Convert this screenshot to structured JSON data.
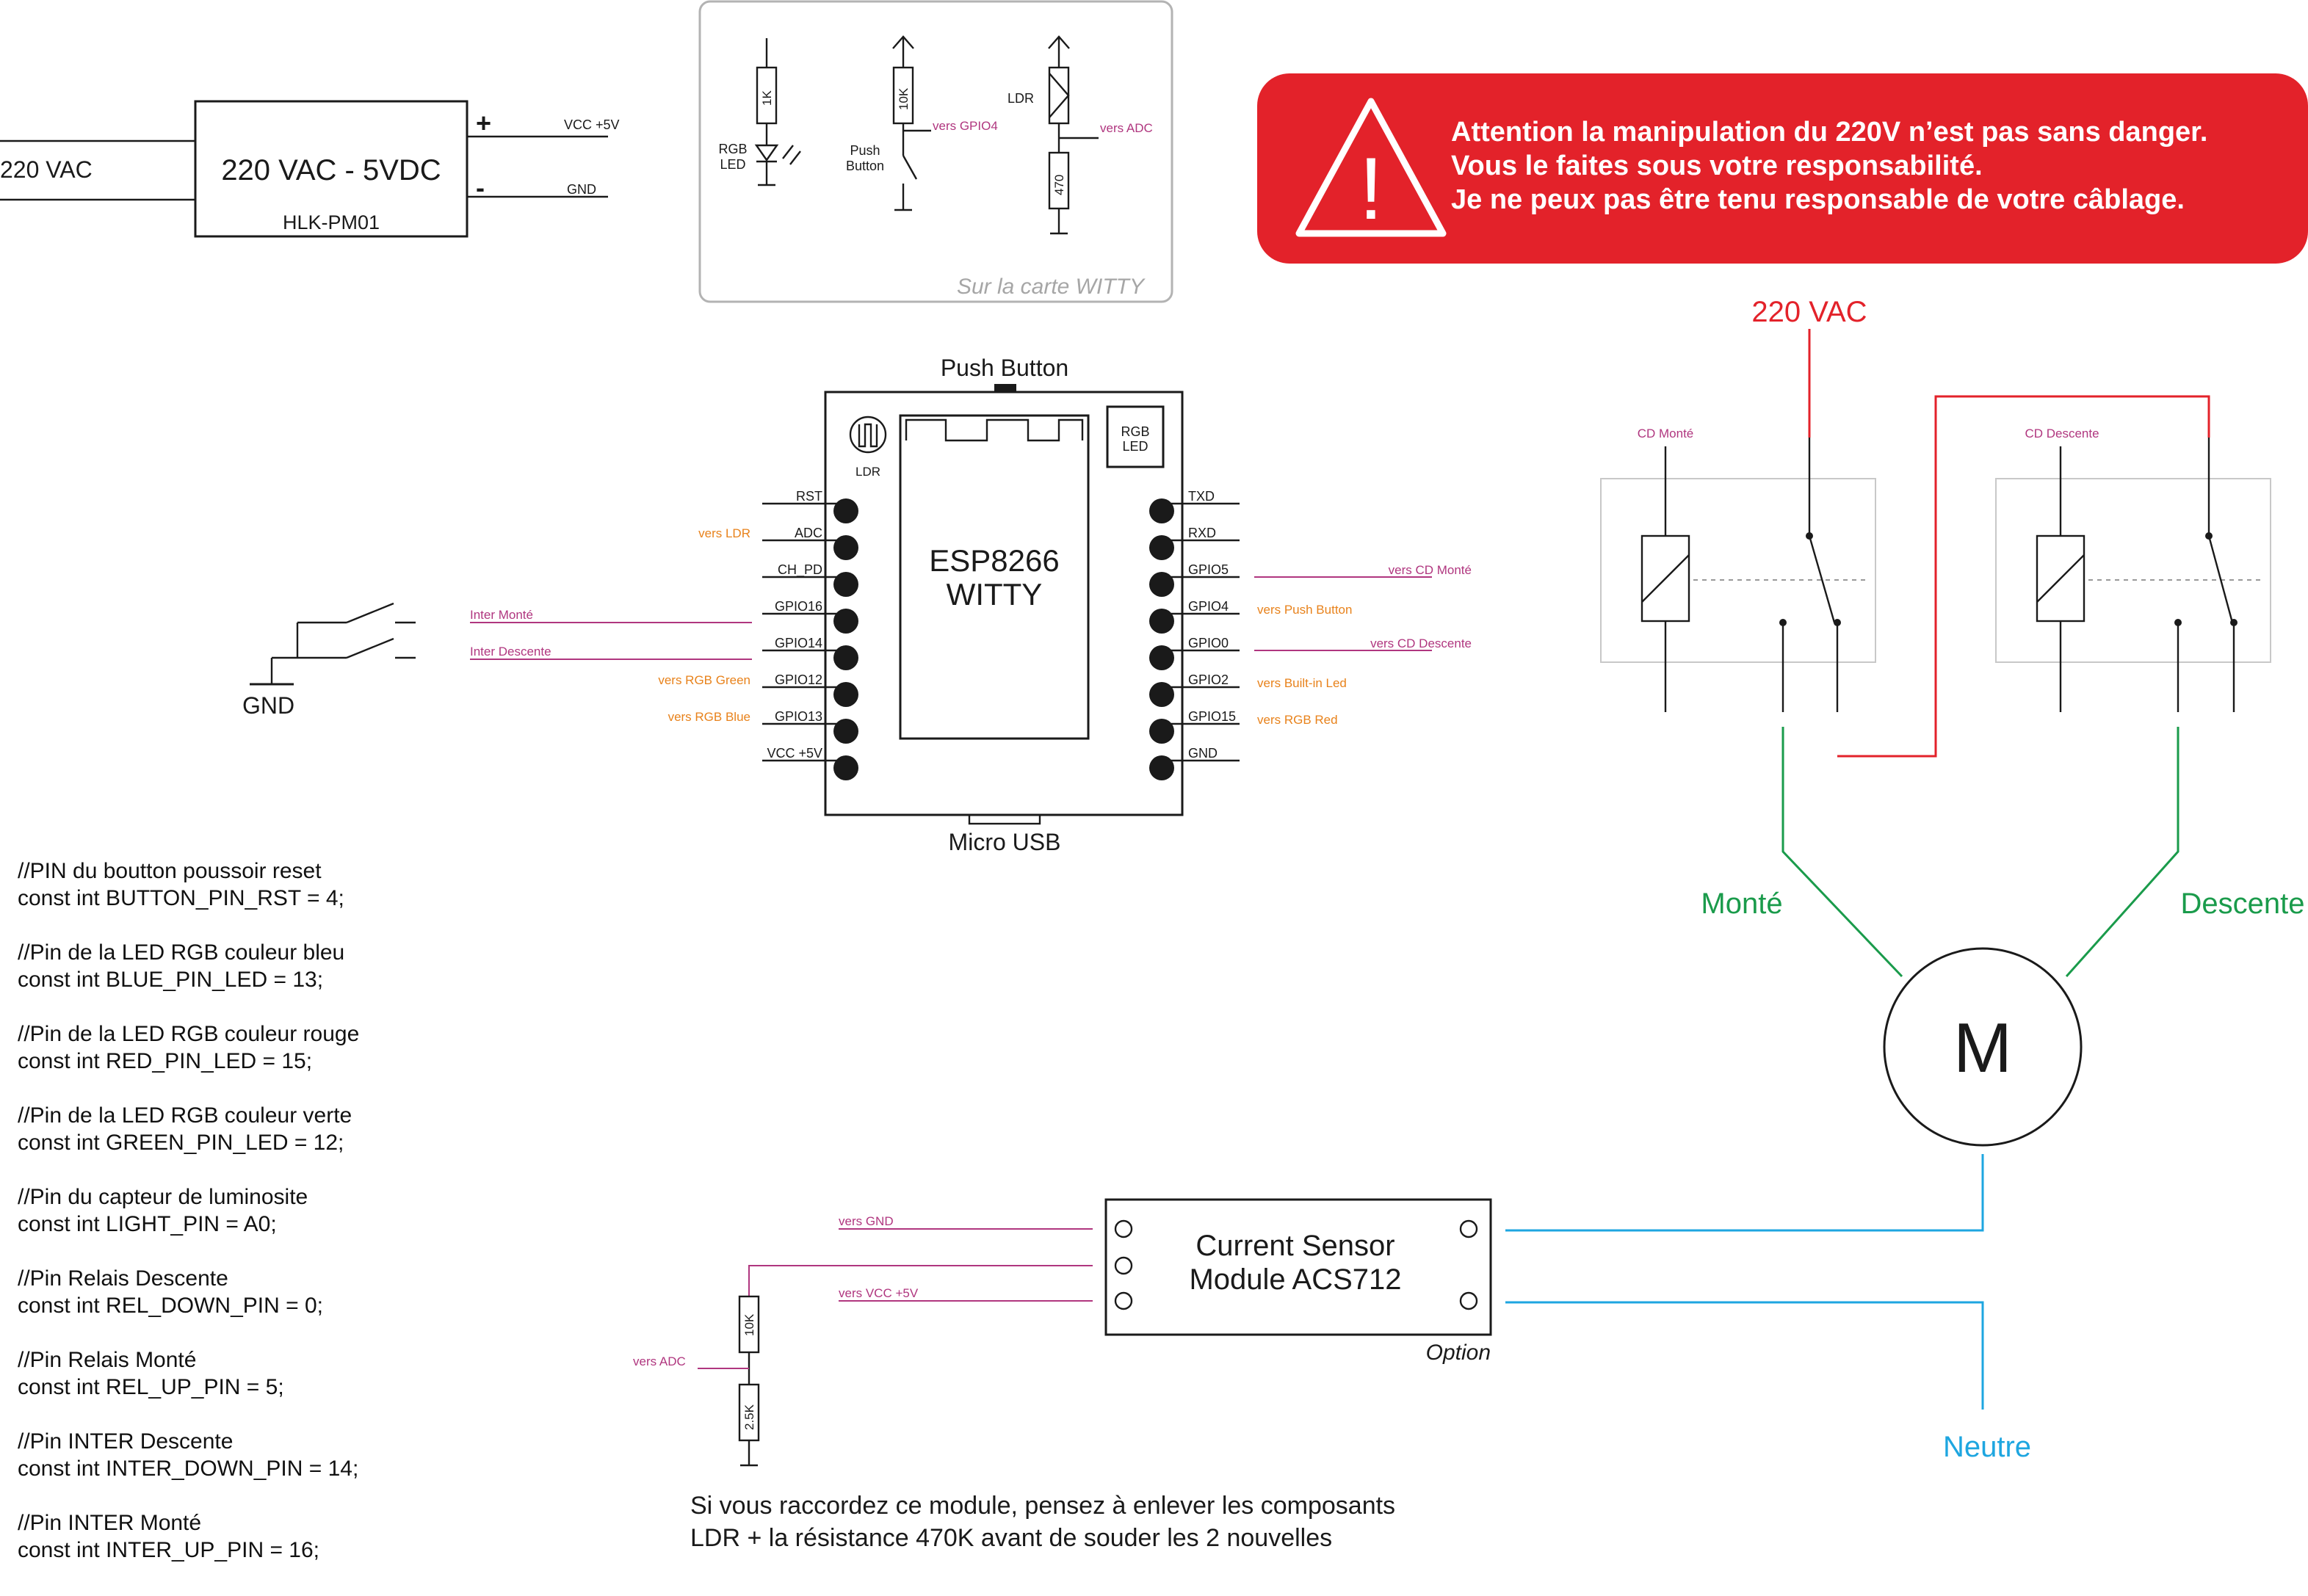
{
  "power_supply": {
    "input_label": "220 VAC",
    "box_label": "220 VAC - 5VDC",
    "model_label": "HLK-PM01",
    "plus": "+",
    "minus": "-",
    "vcc_label": "VCC +5V",
    "gnd_label": "GND"
  },
  "witty_inset": {
    "caption": "Sur la carte WITTY",
    "r1k": "1K",
    "rgb_led_l1": "RGB",
    "rgb_led_l2": "LED",
    "r10k": "10K",
    "vers_gpio4": "vers GPIO4",
    "push_l1": "Push",
    "push_l2": "Button",
    "ldr": "LDR",
    "vers_adc": "vers ADC",
    "r470": "470"
  },
  "warning": {
    "mark": "!",
    "line1": "Attention la manipulation du 220V n’est pas sans danger.",
    "line2": "Vous le faites sous votre responsabilité.",
    "line3": "Je ne peux pas être tenu responsable de votre câblage.",
    "color": "#e3222a"
  },
  "board": {
    "title1": "ESP8266",
    "title2": "WITTY",
    "push_button": "Push Button",
    "micro_usb": "Micro USB",
    "ldr": "LDR",
    "rgb1": "RGB",
    "rgb2": "LED",
    "left_pins": [
      "RST",
      "ADC",
      "CH_PD",
      "GPIO16",
      "GPIO14",
      "GPIO12",
      "GPIO13",
      "VCC +5V"
    ],
    "right_pins": [
      "TXD",
      "RXD",
      "GPIO5",
      "GPIO4",
      "GPIO0",
      "GPIO2",
      "GPIO15",
      "GND"
    ],
    "left_notes": [
      "",
      "vers LDR",
      "",
      "",
      "",
      "vers RGB Green",
      "vers RGB Blue",
      ""
    ],
    "right_notes": [
      "",
      "",
      "vers CD Monté",
      "vers Push Button",
      "vers CD Descente",
      "vers Built-in Led",
      "vers RGB Red",
      ""
    ],
    "inter_monte": "Inter Monté",
    "inter_descente": "Inter Descente",
    "gnd": "GND"
  },
  "relays": {
    "ac_label": "220 VAC",
    "cd_monte": "CD Monté",
    "cd_descente": "CD Descente",
    "monte": "Monté",
    "descente": "Descente",
    "motor": "M",
    "neutre": "Neutre",
    "red": "#e3222a",
    "green": "#1a9b4b",
    "blue": "#1ea6e0"
  },
  "sensor": {
    "line1": "Current Sensor",
    "line2": "Module ACS712",
    "option": "Option",
    "vers_gnd": "vers GND",
    "vers_vcc": "vers VCC +5V",
    "vers_adc": "vers ADC",
    "r10k": "10K",
    "r25k": "2.5K",
    "note1": "Si vous raccordez ce module, pensez à enlever les composants",
    "note2": "LDR + la résistance 470K avant de souder les 2 nouvelles"
  },
  "code_lines": [
    "//PIN du boutton poussoir reset",
    "const int BUTTON_PIN_RST = 4;",
    "",
    "//Pin de la LED RGB couleur bleu",
    "const int BLUE_PIN_LED = 13;",
    "",
    "//Pin de la LED RGB couleur rouge",
    "const int RED_PIN_LED = 15;",
    "",
    "//Pin de la LED RGB couleur verte",
    "const int GREEN_PIN_LED = 12;",
    "",
    "//Pin du capteur de luminosite",
    "const int LIGHT_PIN = A0;",
    "",
    "//Pin Relais Descente",
    "const int REL_DOWN_PIN = 0;",
    "",
    "//Pin Relais Monté",
    "const int REL_UP_PIN = 5;",
    "",
    "//Pin INTER Descente",
    "const int INTER_DOWN_PIN = 14;",
    "",
    "//Pin INTER Monté",
    "const int INTER_UP_PIN = 16;"
  ]
}
